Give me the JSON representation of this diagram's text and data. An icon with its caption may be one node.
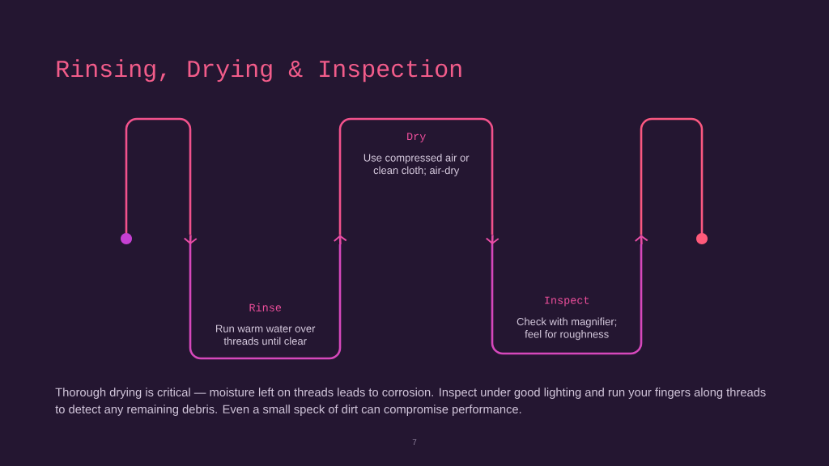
{
  "diagram": {
    "title": "Rinsing, Drying & Inspection",
    "caption": "Thorough drying is critical — moisture left on threads leads to corrosion. Inspect under good lighting and run your fingers along threads to detect any remaining debris. Even a small speck of dirt can compromise performance.",
    "nodes": [
      {
        "text": [],
        "shape": "circle"
      },
      {
        "text": [
          "Rinse",
          "Run warm water over threads until clear"
        ]
      },
      {
        "text": [
          "Dry",
          "Use compressed air or clean cloth; air-dry"
        ]
      },
      {
        "text": [
          "Inspect",
          "Check with magnifier; feel for roughness"
        ]
      },
      {
        "text": [],
        "shape": "circle"
      }
    ],
    "edges": [
      {
        "from": 0,
        "to": 1,
        "arrow": "to"
      },
      {
        "from": 1,
        "to": 2,
        "arrow": "to"
      },
      {
        "from": 2,
        "to": 3,
        "arrow": "to"
      },
      {
        "from": 3,
        "to": 4,
        "arrow": "to"
      }
    ],
    "labels": [
      "7"
    ]
  }
}
